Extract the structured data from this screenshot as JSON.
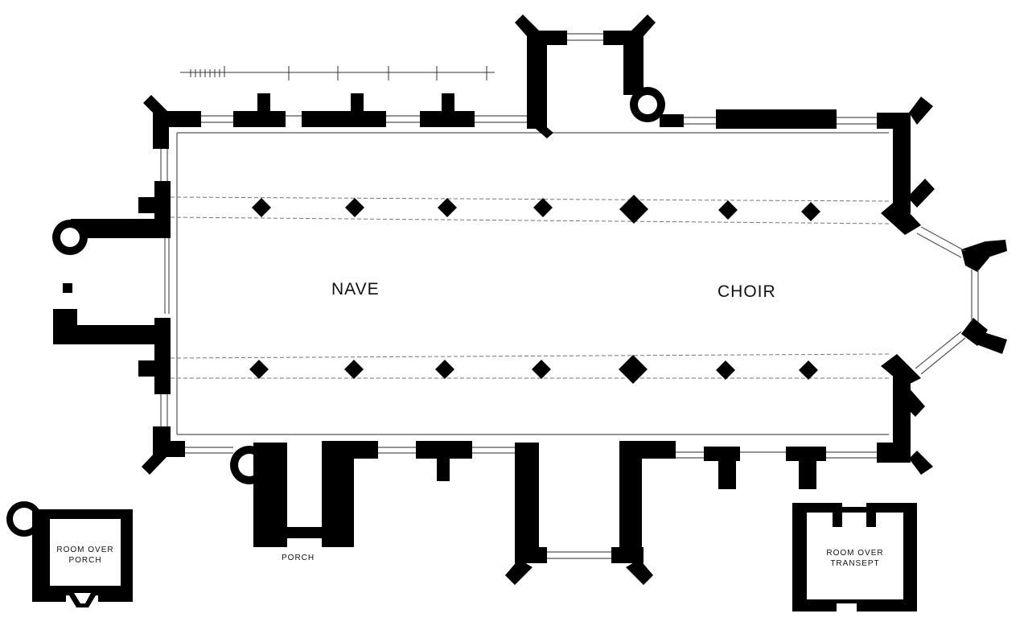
{
  "title": "Church ground plan",
  "labels": {
    "nave": "NAVE",
    "choir": "CHOIR",
    "porch": "PORCH",
    "room_over_porch_1": "ROOM OVER",
    "room_over_porch_2": "PORCH",
    "room_over_transept_1": "ROOM OVER",
    "room_over_transept_2": "TRANSEPT"
  },
  "colors": {
    "wall": "#000000",
    "background": "#ffffff",
    "line": "#555555"
  }
}
